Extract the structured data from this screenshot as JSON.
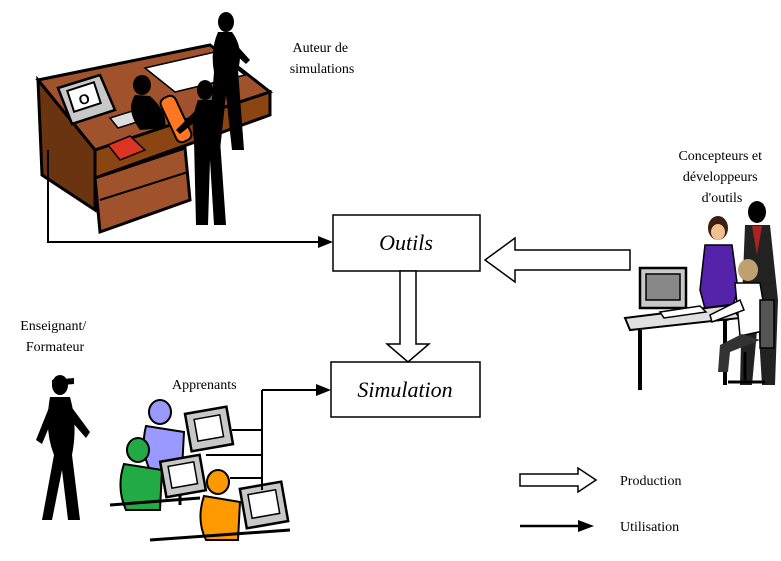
{
  "actors": {
    "author": [
      "Auteur de",
      "simulations"
    ],
    "developers": [
      "Concepteurs et",
      "développeurs",
      "d'outils"
    ],
    "teacher": [
      "Enseignant/",
      "Formateur"
    ],
    "learners": "Apprenants"
  },
  "boxes": {
    "tools": "Outils",
    "simulation": "Simulation"
  },
  "legend": {
    "production": "Production",
    "usage": "Utilisation"
  },
  "colors": {
    "desk_top": "#a0522d",
    "desk_side": "#8b4513",
    "learner_1": "#9999ff",
    "learner_2": "#22aa44",
    "learner_3": "#ff9900",
    "dev_shirt_1": "#5522aa",
    "dev_shirt_2": "#aa2222",
    "monitor": "#c8c8c8"
  }
}
